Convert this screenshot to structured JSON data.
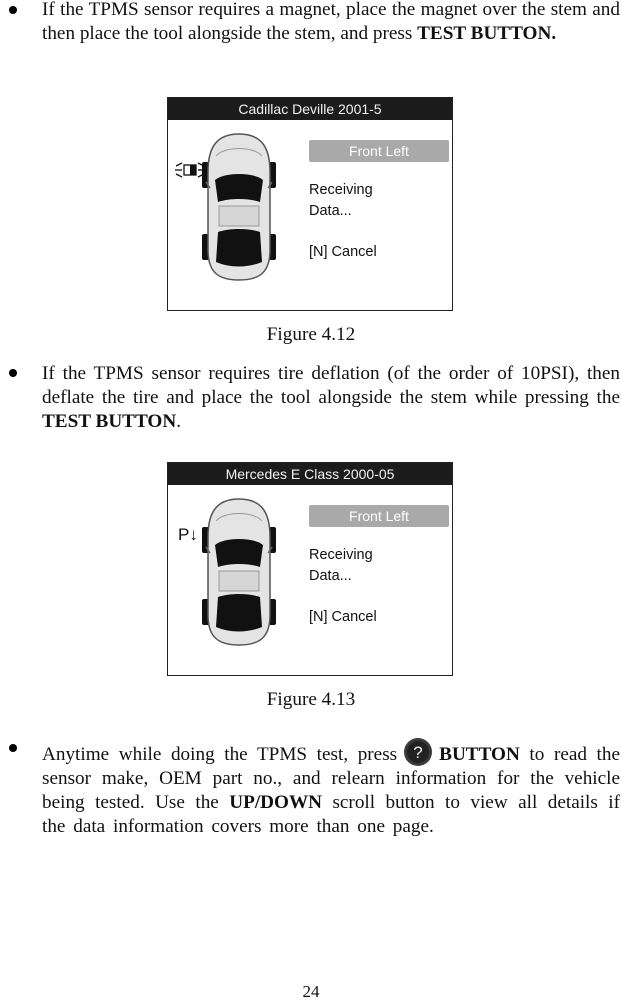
{
  "bullets": {
    "b1": {
      "text": "If the TPMS sensor requires a magnet, place the magnet over the stem and then place the tool alongside the stem, and press ",
      "bold": "TEST BUTTON."
    },
    "b2": {
      "text": "If the TPMS sensor requires tire deflation (of the order of 10PSI), then deflate the tire and place the tool alongside the stem while pressing the ",
      "bold": "TEST BUTTON",
      "end": "."
    },
    "b3": {
      "pre": "Anytime while doing the TPMS test, press",
      "bold1": "BUTTON",
      "mid": "to read the sensor make, OEM part no., and relearn information for the vehicle being tested. Use the ",
      "bold2": "UP/DOWN",
      "post": " scroll button to view all details if the data information covers more than one page."
    }
  },
  "figures": [
    {
      "title": "Cadillac Deville 2001-5",
      "position": "Front Left",
      "status_line1": "Receiving",
      "status_line2": "Data...",
      "cancel": "[N] Cancel",
      "caption": "Figure 4.12",
      "icon": "magnet-icon"
    },
    {
      "title": "Mercedes E Class 2000-05",
      "position": "Front Left",
      "status_line1": "Receiving",
      "status_line2": "Data...",
      "cancel": "[N] Cancel",
      "caption": "Figure 4.13",
      "icon": "pressure-down-icon",
      "icon_text": "P↓"
    }
  ],
  "help_icon": "help-icon",
  "page_number": "24"
}
